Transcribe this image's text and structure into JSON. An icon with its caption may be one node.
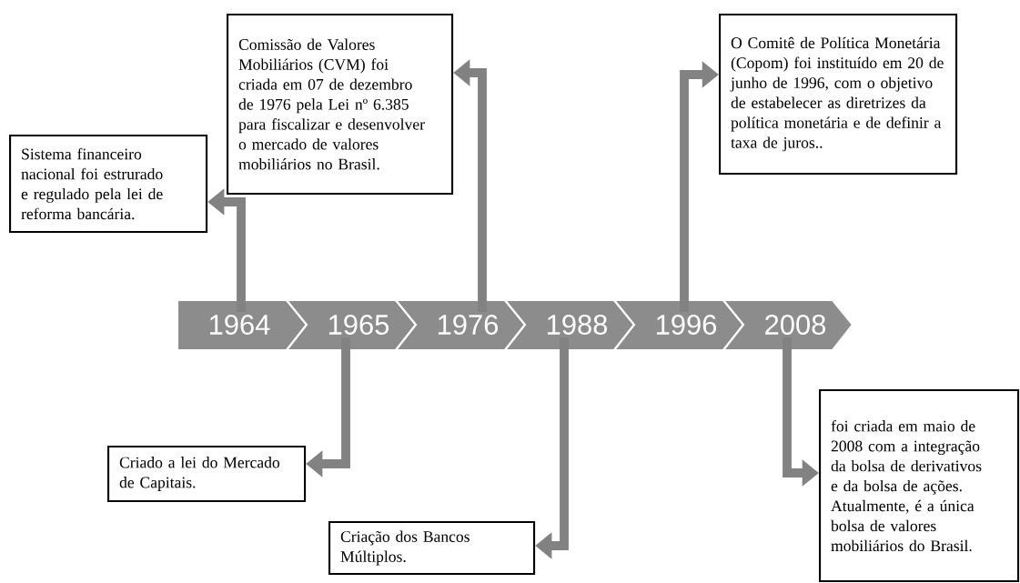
{
  "diagram": {
    "nodes": [
      {
        "text": [
          "1964"
        ]
      },
      {
        "text": [
          "1965"
        ]
      },
      {
        "text": [
          "1976"
        ]
      },
      {
        "text": [
          "1988"
        ]
      },
      {
        "text": [
          "1996"
        ]
      },
      {
        "text": [
          "2008"
        ]
      },
      {
        "text": [
          "Sistema financeiro nacional foi estrurado e regulado pela lei de reforma bancária."
        ]
      },
      {
        "text": [
          "Comissão de Valores Mobiliários (CVM) foi criada em 07 de dezembro de 1976 pela Lei nº 6.385 para fiscalizar e desenvolver o mercado de valores mobiliários no Brasil."
        ]
      },
      {
        "text": [
          "O Comitê de Política Monetária (Copom) foi instituído em 20 de junho de 1996, com o objetivo de estabelecer as diretrizes da política monetária e de definir a taxa de juros.."
        ]
      },
      {
        "text": [
          "Criado a lei do Mercado de Capitais."
        ]
      },
      {
        "text": [
          "Criação dos Bancos Múltiplos."
        ]
      },
      {
        "text": [
          "foi criada em maio de 2008 com a integração da bolsa de derivativos e da bolsa de ações. Atualmente, é a única bolsa de valores mobiliários do Brasil."
        ]
      }
    ],
    "edges": [
      {
        "from": 0,
        "to": 6,
        "arrow": "to"
      },
      {
        "from": 1,
        "to": 9,
        "arrow": "to"
      },
      {
        "from": 2,
        "to": 7,
        "arrow": "to"
      },
      {
        "from": 3,
        "to": 10,
        "arrow": "to"
      },
      {
        "from": 4,
        "to": 8,
        "arrow": "to"
      },
      {
        "from": 5,
        "to": 11,
        "arrow": "to"
      }
    ]
  }
}
